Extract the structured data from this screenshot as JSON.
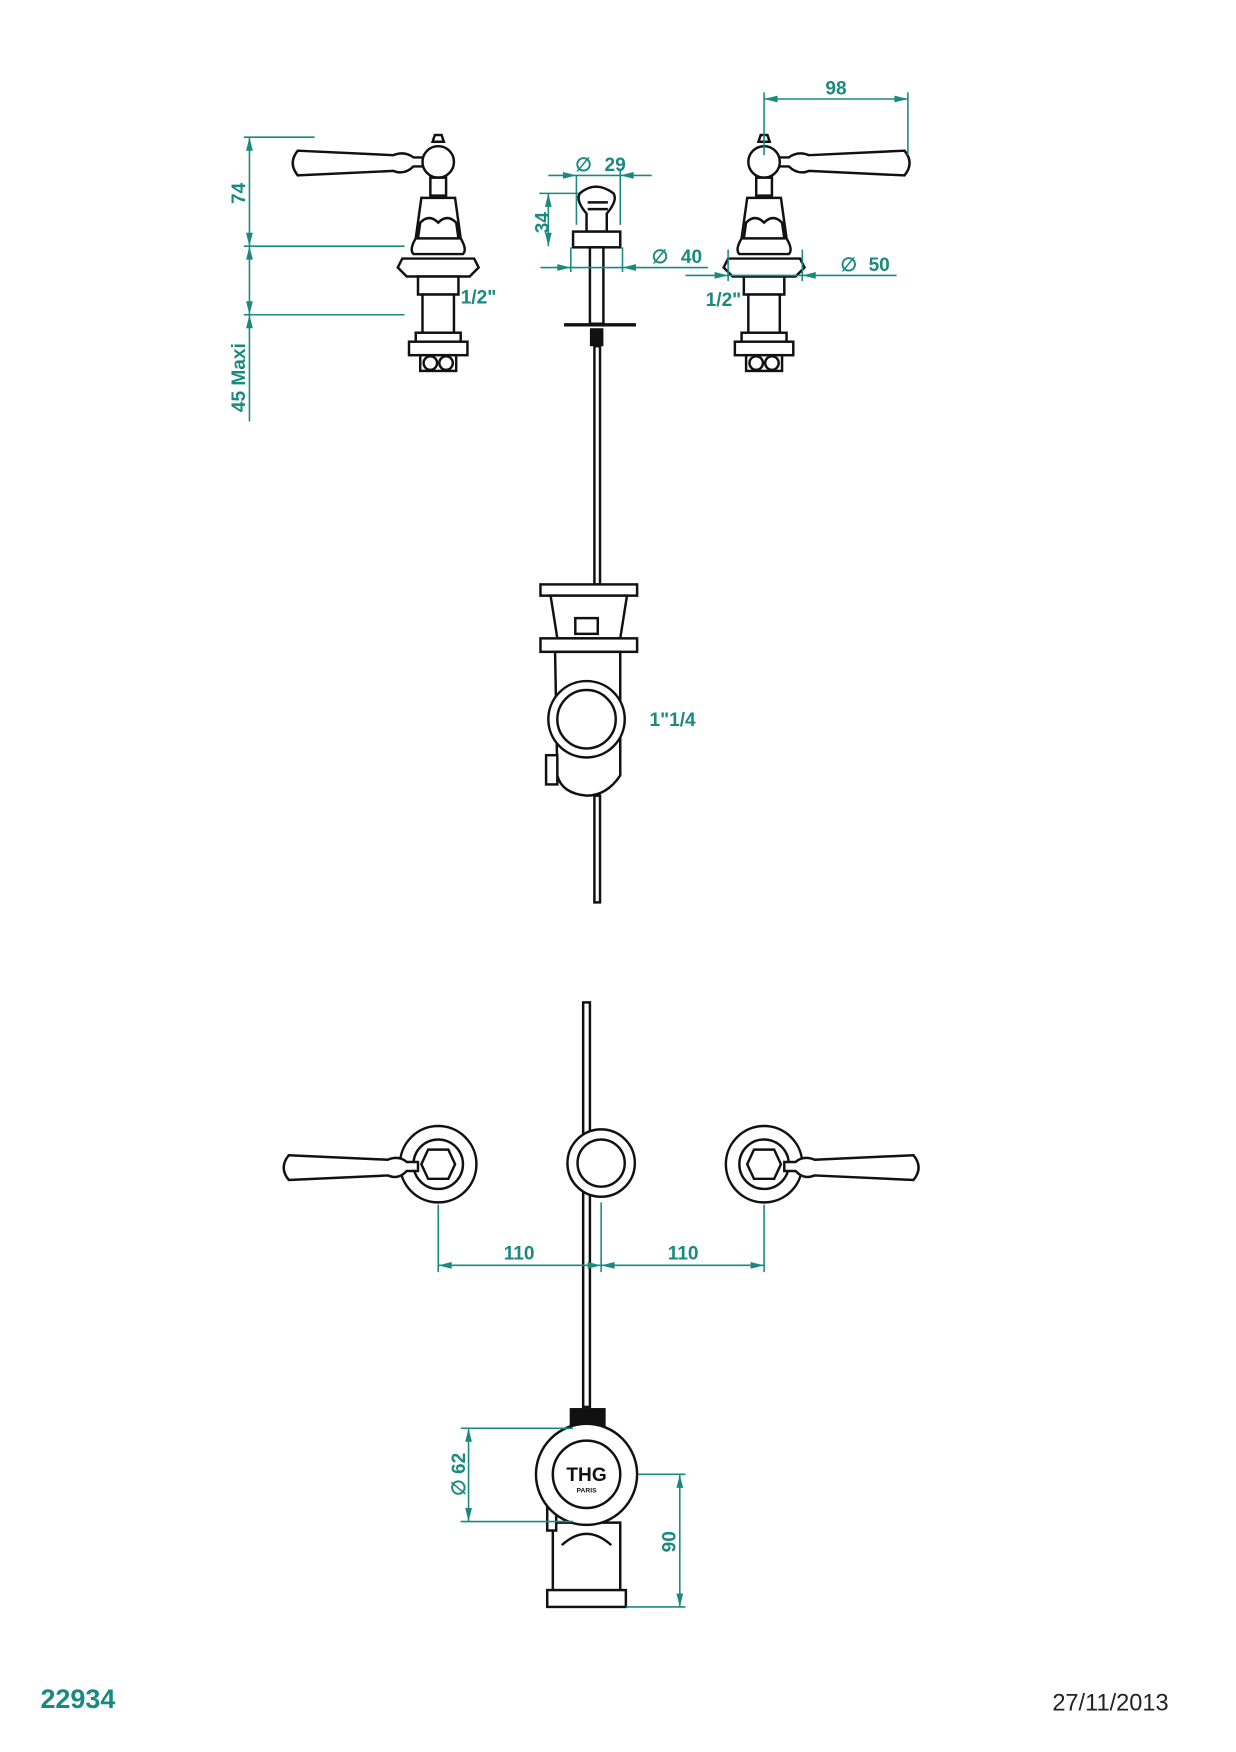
{
  "drawing": {
    "reference": "22934",
    "date": "27/11/2013",
    "accent_color": "#1a8a80",
    "logo": {
      "brand": "THG",
      "sub": "PARIS"
    },
    "dimensions": {
      "handle_height": "74",
      "below_deck": "45 Maxi",
      "thread_left": "1/2\"",
      "thread_right": "1/2\"",
      "handle_reach": "98",
      "knob_diameter_symbol": "∅",
      "knob_diameter": "29",
      "knob_height": "34",
      "knob_base_diameter": "40",
      "valve_base_diameter": "50",
      "waste_thread": "1\"1/4",
      "spacing_left": "110",
      "spacing_right": "110",
      "waste_diameter": "62",
      "waste_height": "90"
    }
  }
}
